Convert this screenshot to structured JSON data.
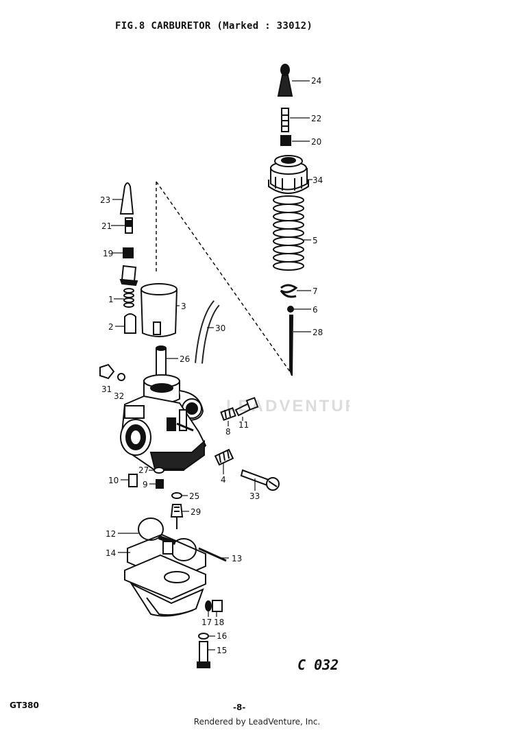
{
  "title": "FIG.8  CARBURETOR (Marked : 33012)",
  "sheet_label": "GT380",
  "page_number": "-8-",
  "credit": "Rendered by LeadVenture, Inc.",
  "watermark_text": "LEADVENTURE",
  "drawing_code": "C 032",
  "callouts": {
    "c24": "24",
    "c22": "22",
    "c20": "20",
    "c34": "34",
    "c5": "5",
    "c7": "7",
    "c6": "6",
    "c28": "28",
    "c23": "23",
    "c21": "21",
    "c19": "19",
    "c1": "1",
    "c2": "2",
    "c3": "3",
    "c30": "30",
    "c26": "26",
    "c31": "31",
    "c32": "32",
    "c8": "8",
    "c11": "11",
    "c4": "4",
    "c33": "33",
    "c10": "10",
    "c27": "27",
    "c9": "9",
    "c25": "25",
    "c29": "29",
    "c12": "12",
    "c14": "14",
    "c13": "13",
    "c17": "17",
    "c18": "18",
    "c16": "16",
    "c15": "15"
  }
}
